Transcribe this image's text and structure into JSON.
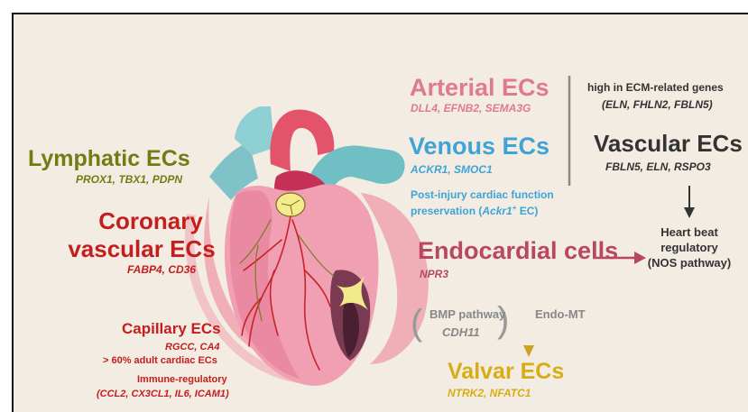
{
  "colors": {
    "background": "#f2ece3",
    "lymphatic": "#6f7d14",
    "coronary": "#c41e1e",
    "arterial": "#e07a8c",
    "venous": "#3fa3d6",
    "vascular": "#333333",
    "endocardial": "#b84862",
    "valvar": "#d8ad14",
    "bmp": "#888888"
  },
  "lymphatic": {
    "title": "Lymphatic ECs",
    "markers": "PROX1, TBX1, PDPN"
  },
  "coronary": {
    "title_line1": "Coronary",
    "title_line2": "vascular ECs",
    "markers": "FABP4, CD36"
  },
  "capillary": {
    "title": "Capillary ECs",
    "markers": "RGCC, CA4",
    "note": "> 60% adult cardiac ECs",
    "immune_label": "Immune-regulatory",
    "immune_markers": "(CCL2, CX3CL1, IL6, ICAM1)"
  },
  "arterial": {
    "title": "Arterial ECs",
    "markers": "DLL4, EFNB2, SEMA3G"
  },
  "venous": {
    "title": "Venous ECs",
    "markers": "ACKR1, SMOC1",
    "note_line1": "Post-injury cardiac function",
    "note_line2_prefix": "preservation (",
    "note_line2_gene": "Ackr1",
    "note_line2_sup": "+",
    "note_line2_suffix": " EC)"
  },
  "vascular": {
    "note_line1": "high in ECM-related genes",
    "note_line2": "(ELN, FHLN2, FBLN5)",
    "title": "Vascular ECs",
    "markers": "FBLN5, ELN, RSPO3"
  },
  "heartbeat": {
    "line1": "Heart beat",
    "line2": "regulatory",
    "line3": "(NOS pathway)"
  },
  "endocardial": {
    "title": "Endocardial cells",
    "markers": "NPR3"
  },
  "bmp": {
    "line1": "BMP pathway",
    "line2": "CDH11"
  },
  "endomt": {
    "label": "Endo-MT"
  },
  "valvar": {
    "title": "Valvar ECs",
    "markers": "NTRK2, NFATC1"
  }
}
